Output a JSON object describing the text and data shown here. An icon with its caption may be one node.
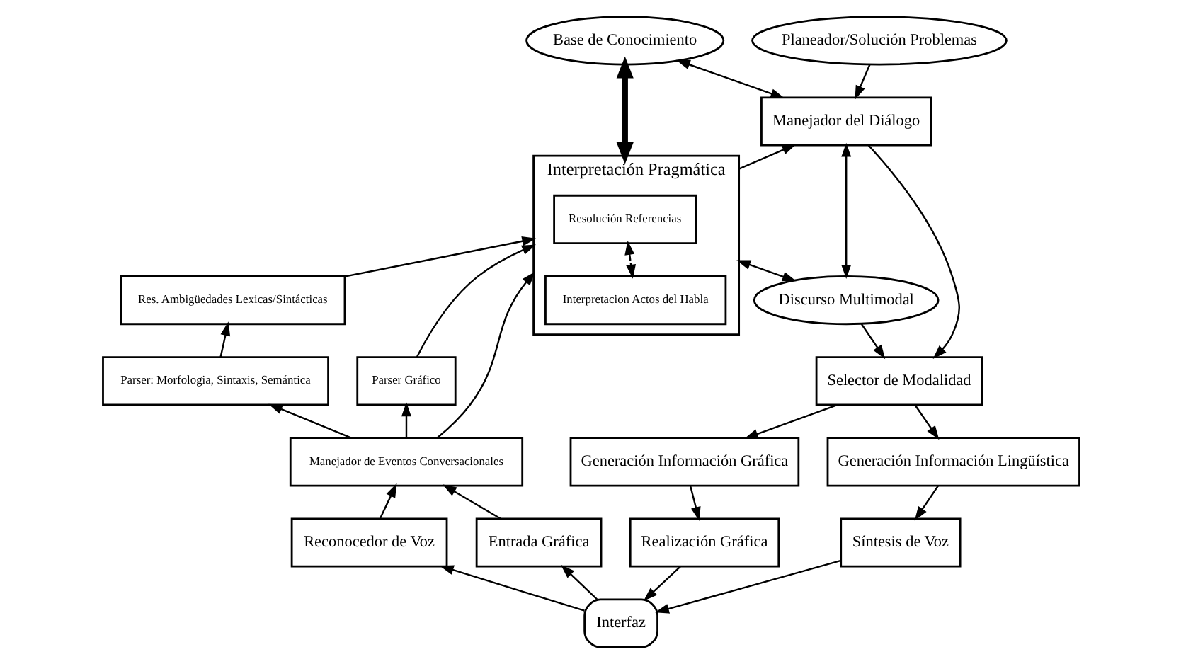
{
  "diagram": {
    "nodes": [
      {
        "text": [
          "Base de Conocimiento"
        ]
      },
      {
        "text": [
          "Planeador/Solución Problemas"
        ]
      },
      {
        "text": [
          "Manejador del Diálogo"
        ]
      },
      {
        "text": [
          "Interpretación Pragmática"
        ]
      },
      {
        "text": [
          "Resolución Referencias"
        ],
        "in": 3
      },
      {
        "text": [
          "Interpretacion Actos del Habla"
        ],
        "in": 3
      },
      {
        "text": [
          "Discurso Multimodal"
        ]
      },
      {
        "text": [
          "Selector de Modalidad"
        ]
      },
      {
        "text": [
          "Res. Ambigüedades Lexicas/Sintácticas"
        ]
      },
      {
        "text": [
          "Parser: Morfologia, Sintaxis, Semántica"
        ]
      },
      {
        "text": [
          "Parser Gráfico"
        ]
      },
      {
        "text": [
          "Manejador de Eventos Conversacionales"
        ]
      },
      {
        "text": [
          "Generación Información Lingüística"
        ]
      },
      {
        "text": [
          "Generación Información Gráfica"
        ]
      },
      {
        "text": [
          "Reconocedor de Voz"
        ]
      },
      {
        "text": [
          "Entrada Gráfica"
        ]
      },
      {
        "text": [
          "Síntesis de Voz"
        ]
      },
      {
        "text": [
          "Realización Gráfica"
        ]
      },
      {
        "text": [
          "Interfaz"
        ]
      }
    ],
    "edges": [
      {
        "from": 2,
        "to": 0,
        "arrow": "both"
      },
      {
        "from": 1,
        "to": 2,
        "arrow": "to"
      },
      {
        "from": 3,
        "to": 2,
        "arrow": "to"
      },
      {
        "from": 0,
        "to": 3,
        "arrow": "both",
        "style": "thick"
      },
      {
        "from": 4,
        "to": 5,
        "arrow": "both",
        "style": "dashed"
      },
      {
        "from": 3,
        "to": 6,
        "arrow": "both"
      },
      {
        "from": 2,
        "to": 6,
        "arrow": "both"
      },
      {
        "from": 2,
        "to": 7,
        "arrow": "to"
      },
      {
        "from": 6,
        "to": 7,
        "arrow": "to"
      },
      {
        "from": 7,
        "to": 12,
        "arrow": "to"
      },
      {
        "from": 7,
        "to": 13,
        "arrow": "to"
      },
      {
        "from": 12,
        "to": 16,
        "arrow": "to"
      },
      {
        "from": 13,
        "to": 17,
        "arrow": "to"
      },
      {
        "from": 8,
        "to": 3,
        "arrow": "to"
      },
      {
        "from": 9,
        "to": 8,
        "arrow": "to"
      },
      {
        "from": 11,
        "to": 3,
        "arrow": "to"
      },
      {
        "from": 10,
        "to": 3,
        "arrow": "to"
      },
      {
        "from": 11,
        "to": 9,
        "arrow": "to"
      },
      {
        "from": 11,
        "to": 10,
        "arrow": "to"
      },
      {
        "from": 14,
        "to": 11,
        "arrow": "to"
      },
      {
        "from": 15,
        "to": 11,
        "arrow": "to"
      },
      {
        "from": 18,
        "to": 14,
        "arrow": "to"
      },
      {
        "from": 18,
        "to": 15,
        "arrow": "to"
      },
      {
        "from": 16,
        "to": 18,
        "arrow": "to"
      },
      {
        "from": 17,
        "to": 18,
        "arrow": "to"
      }
    ]
  }
}
